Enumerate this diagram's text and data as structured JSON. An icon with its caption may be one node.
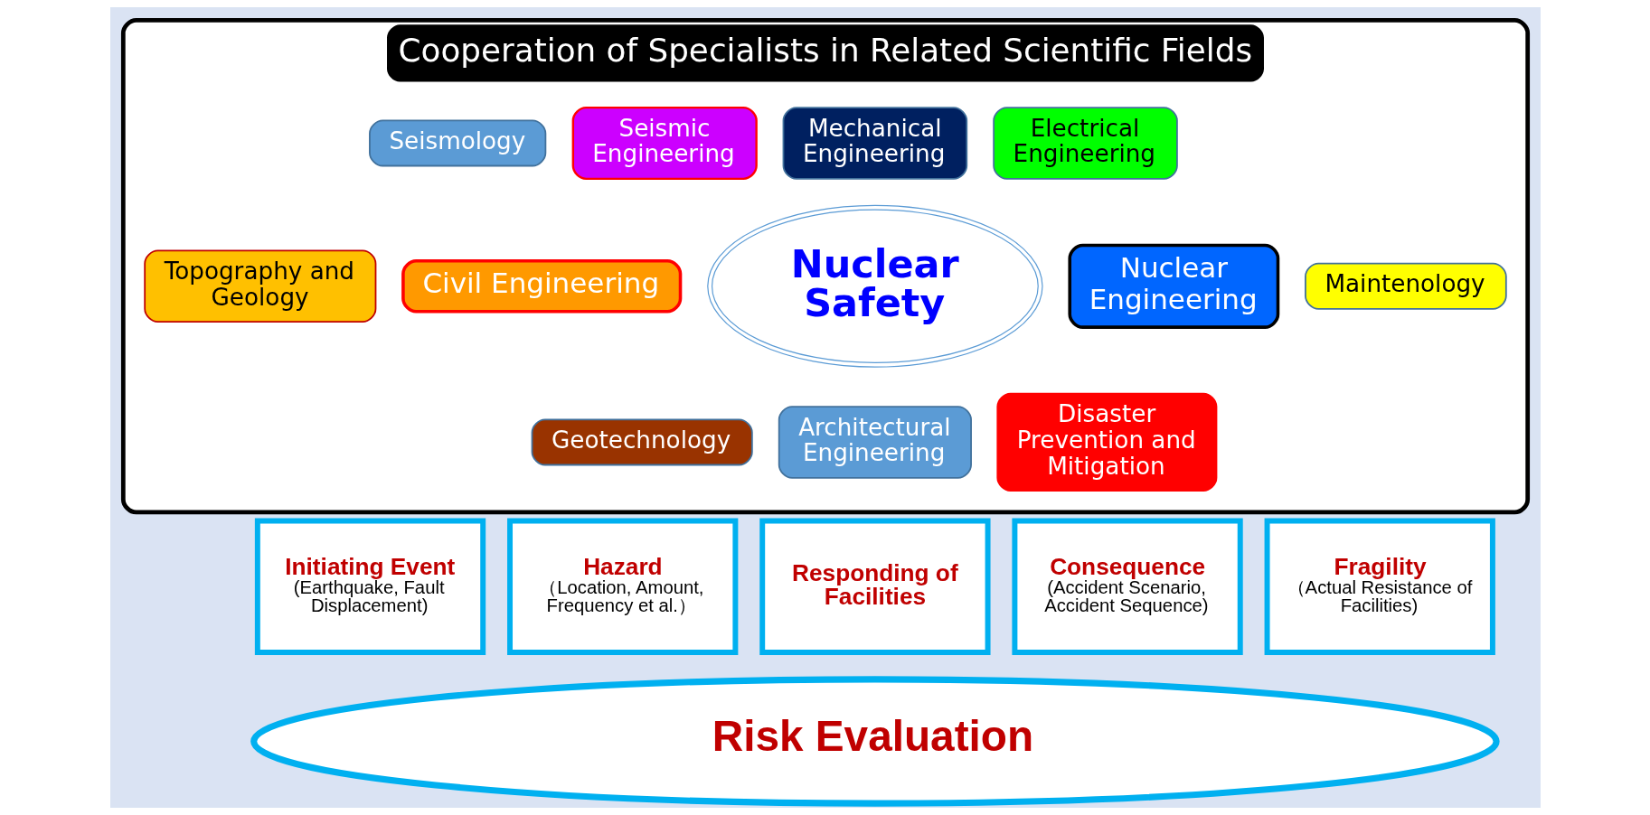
{
  "diagram": {
    "nodes": [
      {
        "text": [
          "Cooperation of Specialists in Related Scientific Fields"
        ]
      },
      {
        "text": [
          "Seismology"
        ],
        "in": 0
      },
      {
        "text": [
          "Seismic Engineering"
        ],
        "in": 0
      },
      {
        "text": [
          "Mechanical Engineering"
        ],
        "in": 0
      },
      {
        "text": [
          "Electrical Engineering"
        ],
        "in": 0
      },
      {
        "text": [
          "Topography and Geology"
        ],
        "in": 0
      },
      {
        "text": [
          "Civil Engineering"
        ],
        "in": 0
      },
      {
        "text": [
          "Nuclear Safety"
        ],
        "in": 0
      },
      {
        "text": [
          "Nuclear Engineering"
        ],
        "in": 0
      },
      {
        "text": [
          "Maintenology"
        ],
        "in": 0
      },
      {
        "text": [
          "Geotechnology"
        ],
        "in": 0
      },
      {
        "text": [
          "Architectural Engineering"
        ],
        "in": 0
      },
      {
        "text": [
          "Disaster Prevention and Mitigation"
        ],
        "in": 0
      },
      {
        "text": [
          "Initiating Event",
          "(Earthquake, Fault Displacement)"
        ]
      },
      {
        "text": [
          "Hazard",
          "（Location, Amount, Frequency et al.）"
        ]
      },
      {
        "text": [
          "Responding of Facilities"
        ]
      },
      {
        "text": [
          "Consequence",
          "(Accident Scenario, Accident Sequence)"
        ]
      },
      {
        "text": [
          "Fragility",
          "（Actual Resistance of Facilities)"
        ]
      },
      {
        "text": [
          "Risk Evaluation"
        ]
      }
    ],
    "edges": []
  }
}
